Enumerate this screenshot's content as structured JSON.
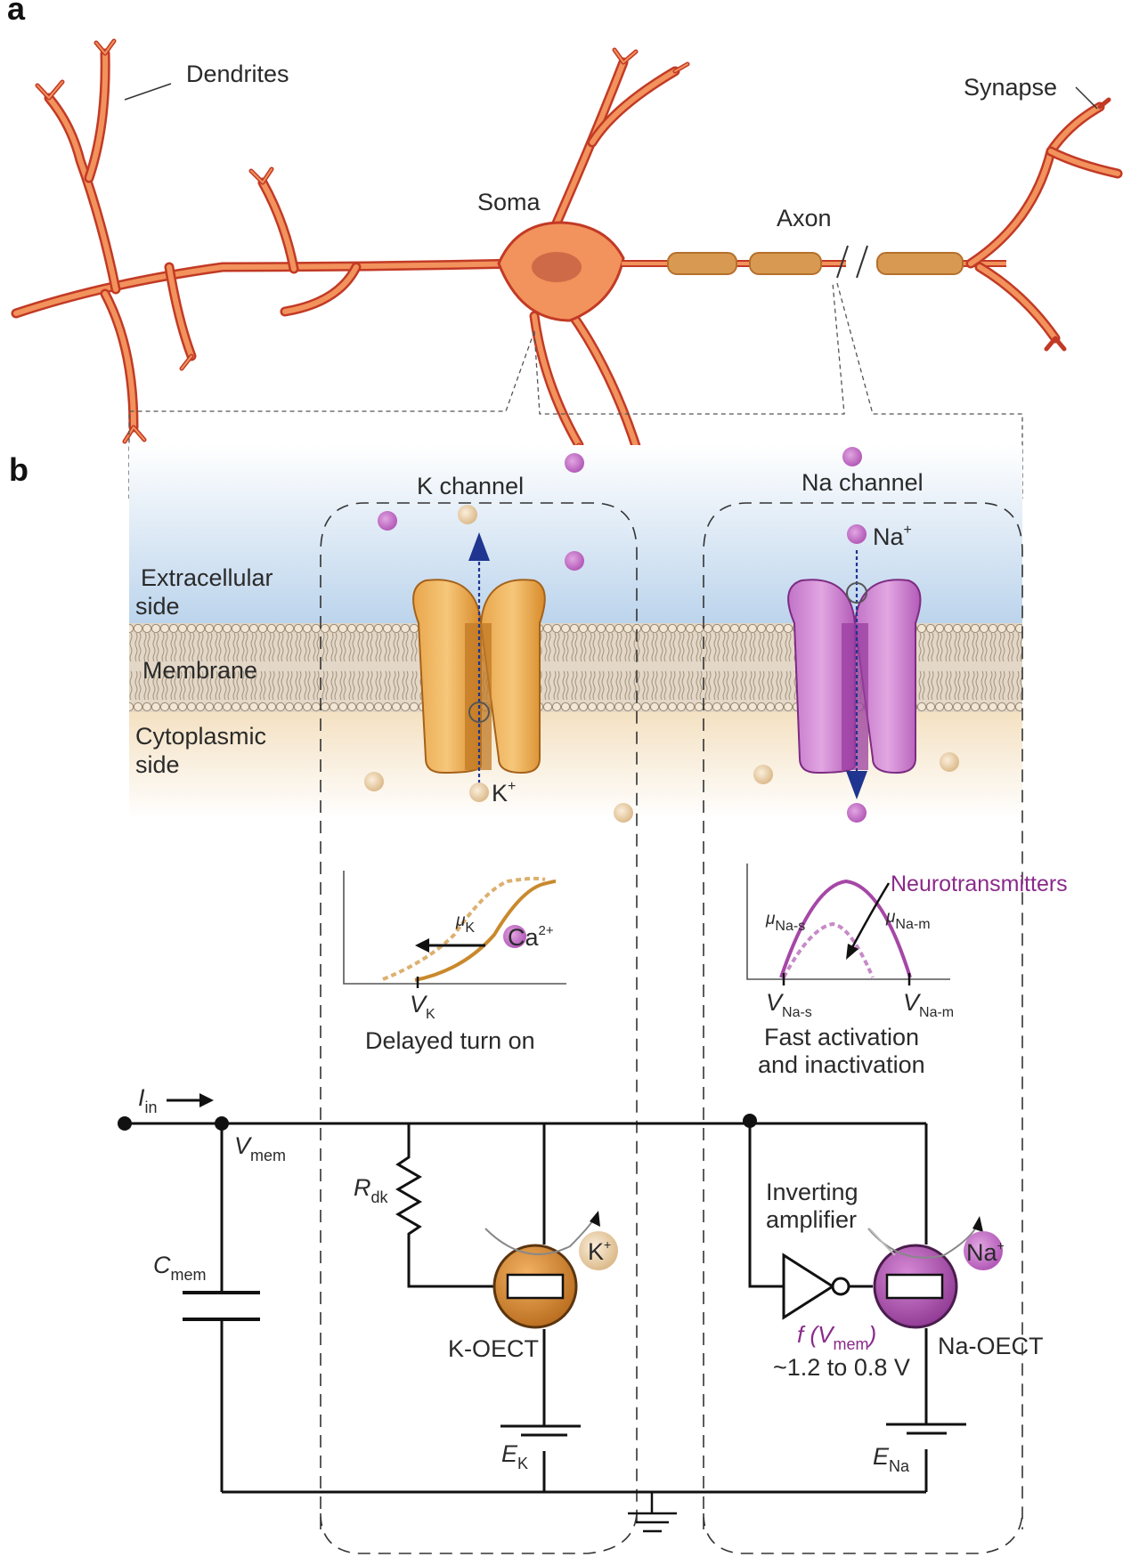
{
  "panels": {
    "a": "a",
    "b": "b"
  },
  "neuron": {
    "dendrites": "Dendrites",
    "soma": "Soma",
    "axon": "Axon",
    "synapse": "Synapse"
  },
  "membrane": {
    "extracellular_1": "Extracellular",
    "extracellular_2": "side",
    "membrane": "Membrane",
    "cytoplasmic_1": "Cytoplasmic",
    "cytoplasmic_2": "side"
  },
  "k_channel": {
    "title": "K channel",
    "ion_base": "K",
    "ion_sup": "+",
    "mu_base": "μ",
    "mu_sub": "K",
    "ca_base": "Ca",
    "ca_sup": "2+",
    "v_base": "V",
    "v_sub": "K",
    "caption": "Delayed turn on"
  },
  "na_channel": {
    "title": "Na channel",
    "ion_base": "Na",
    "ion_sup": "+",
    "neurotransmitters": "Neurotransmitters",
    "mu_s_base": "μ",
    "mu_s_sub": "Na-s",
    "mu_m_base": "μ",
    "mu_m_sub": "Na-m",
    "v_s_base": "V",
    "v_s_sub": "Na-s",
    "v_m_base": "V",
    "v_m_sub": "Na-m",
    "caption_1": "Fast activation",
    "caption_2": "and inactivation"
  },
  "circuit": {
    "iin_base": "I",
    "iin_sub": "in",
    "vmem_base": "V",
    "vmem_sub": "mem",
    "cmem_base": "C",
    "cmem_sub": "mem",
    "rdk_base": "R",
    "rdk_sub": "dk",
    "k_oect": "K-OECT",
    "k_ion_base": "K",
    "k_ion_sup": "+",
    "ek_base": "E",
    "ek_sub": "K",
    "inverting_1": "Inverting",
    "inverting_2": "amplifier",
    "f_base": "f (V",
    "f_sub": "mem",
    "f_close": ")",
    "voltage_range": "~1.2 to 0.8 V",
    "na_oect": "Na-OECT",
    "na_ion_base": "Na",
    "na_ion_sup": "+",
    "ena_base": "E",
    "ena_sub": "Na"
  },
  "colors": {
    "neuron_outline": "#c23a25",
    "neuron_fill": "#f2925c",
    "k_orange": "#d88b2a",
    "na_purple": "#b35ab8",
    "text_purple": "#8a2a8a",
    "extracellular_blue": "#bcd4ec",
    "cytoplasm_tan": "#f4e1c2",
    "arrow_blue": "#1f3590"
  }
}
